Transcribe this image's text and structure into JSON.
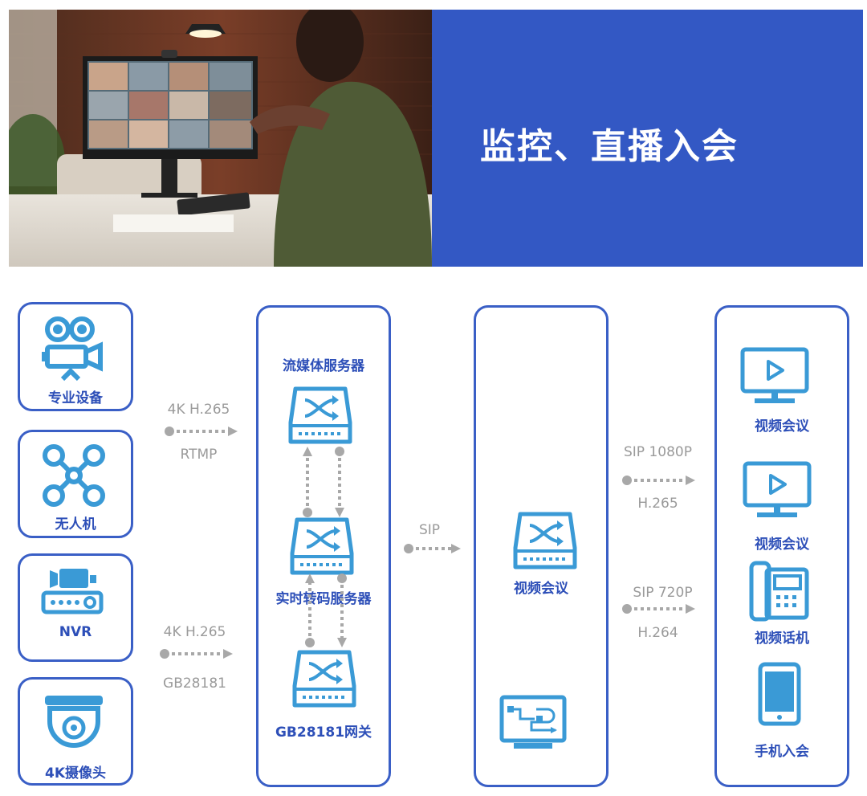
{
  "banner": {
    "title": "监控、直播入会",
    "accent_color": "#3358c4"
  },
  "sources": [
    {
      "label": "专业设备",
      "icon": "professional-camera-icon"
    },
    {
      "label": "无人机",
      "icon": "drone-icon"
    },
    {
      "label": "NVR",
      "icon": "nvr-icon"
    },
    {
      "label": "4K摄像头",
      "icon": "dome-camera-icon"
    }
  ],
  "links_in": [
    {
      "top": "4K H.265",
      "bottom": "RTMP"
    },
    {
      "top": "4K H.265",
      "bottom": "GB28181"
    }
  ],
  "servers": [
    {
      "label": "流媒体服务器",
      "icon": "server-icon"
    },
    {
      "label": "实时转码服务器",
      "icon": "server-icon"
    },
    {
      "label": "GB28181网关",
      "icon": "server-icon"
    }
  ],
  "link_sip": {
    "label": "SIP"
  },
  "conference": {
    "label": "视频会议",
    "icon": "server-icon",
    "secondary_icon": "screen-share-icon"
  },
  "links_out": [
    {
      "top": "SIP 1080P",
      "bottom": "H.265"
    },
    {
      "top": "SIP 720P",
      "bottom": "H.264"
    }
  ],
  "endpoints": [
    {
      "label": "视频会议",
      "icon": "monitor-play-icon"
    },
    {
      "label": "视频会议",
      "icon": "monitor-play-icon"
    },
    {
      "label": "视频话机",
      "icon": "desk-phone-icon"
    },
    {
      "label": "手机入会",
      "icon": "mobile-phone-icon"
    }
  ],
  "colors": {
    "box_border": "#3a5fc6",
    "icon": "#3a9ad6",
    "arrow": "#a8a8a8",
    "label": "#2d4fb8"
  }
}
